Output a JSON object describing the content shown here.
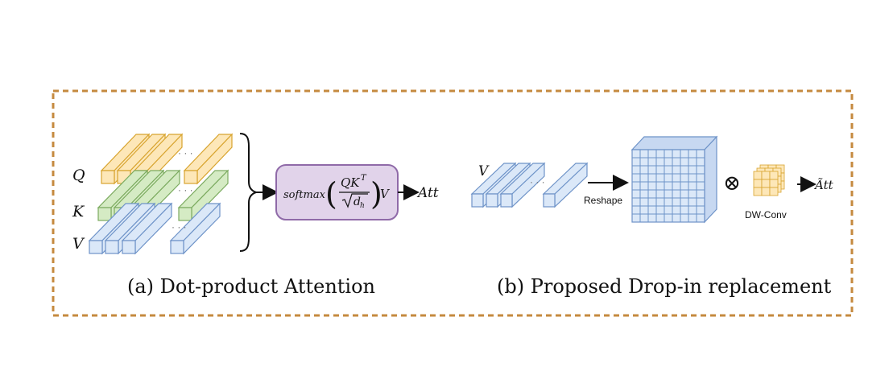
{
  "colors": {
    "frame": "#c58a3f",
    "query_fill": "#fde7b8",
    "query_stroke": "#d8a42f",
    "key_fill": "#d5ebc4",
    "key_stroke": "#7cab60",
    "value_fill": "#dbe8f8",
    "value_stroke": "#6e93c8",
    "softmax_fill": "#e1d3ea",
    "softmax_stroke": "#8f6aa8",
    "cube_fill": "#dbe8f8",
    "cube_stroke": "#6e93c8",
    "conv_fill": "#fde7b8",
    "conv_stroke": "#d8a42f",
    "text": "#111111"
  },
  "left": {
    "q_label": "Q",
    "k_label": "K",
    "v_label": "V",
    "softmax_label": "softmax",
    "fraction_numerator": "QK",
    "fraction_superscript": "T",
    "fraction_denominator": "d",
    "fraction_subscript": "h",
    "value_symbol": "V",
    "output_label": "Att",
    "caption": "(a) Dot-product Attention"
  },
  "right": {
    "v_label": "V",
    "reshape_label": "Reshape",
    "multiply_symbol": "⊗",
    "conv_label": "DW-Conv",
    "output_label": "Ãtt",
    "caption": "(b) Proposed Drop-in replacement"
  }
}
